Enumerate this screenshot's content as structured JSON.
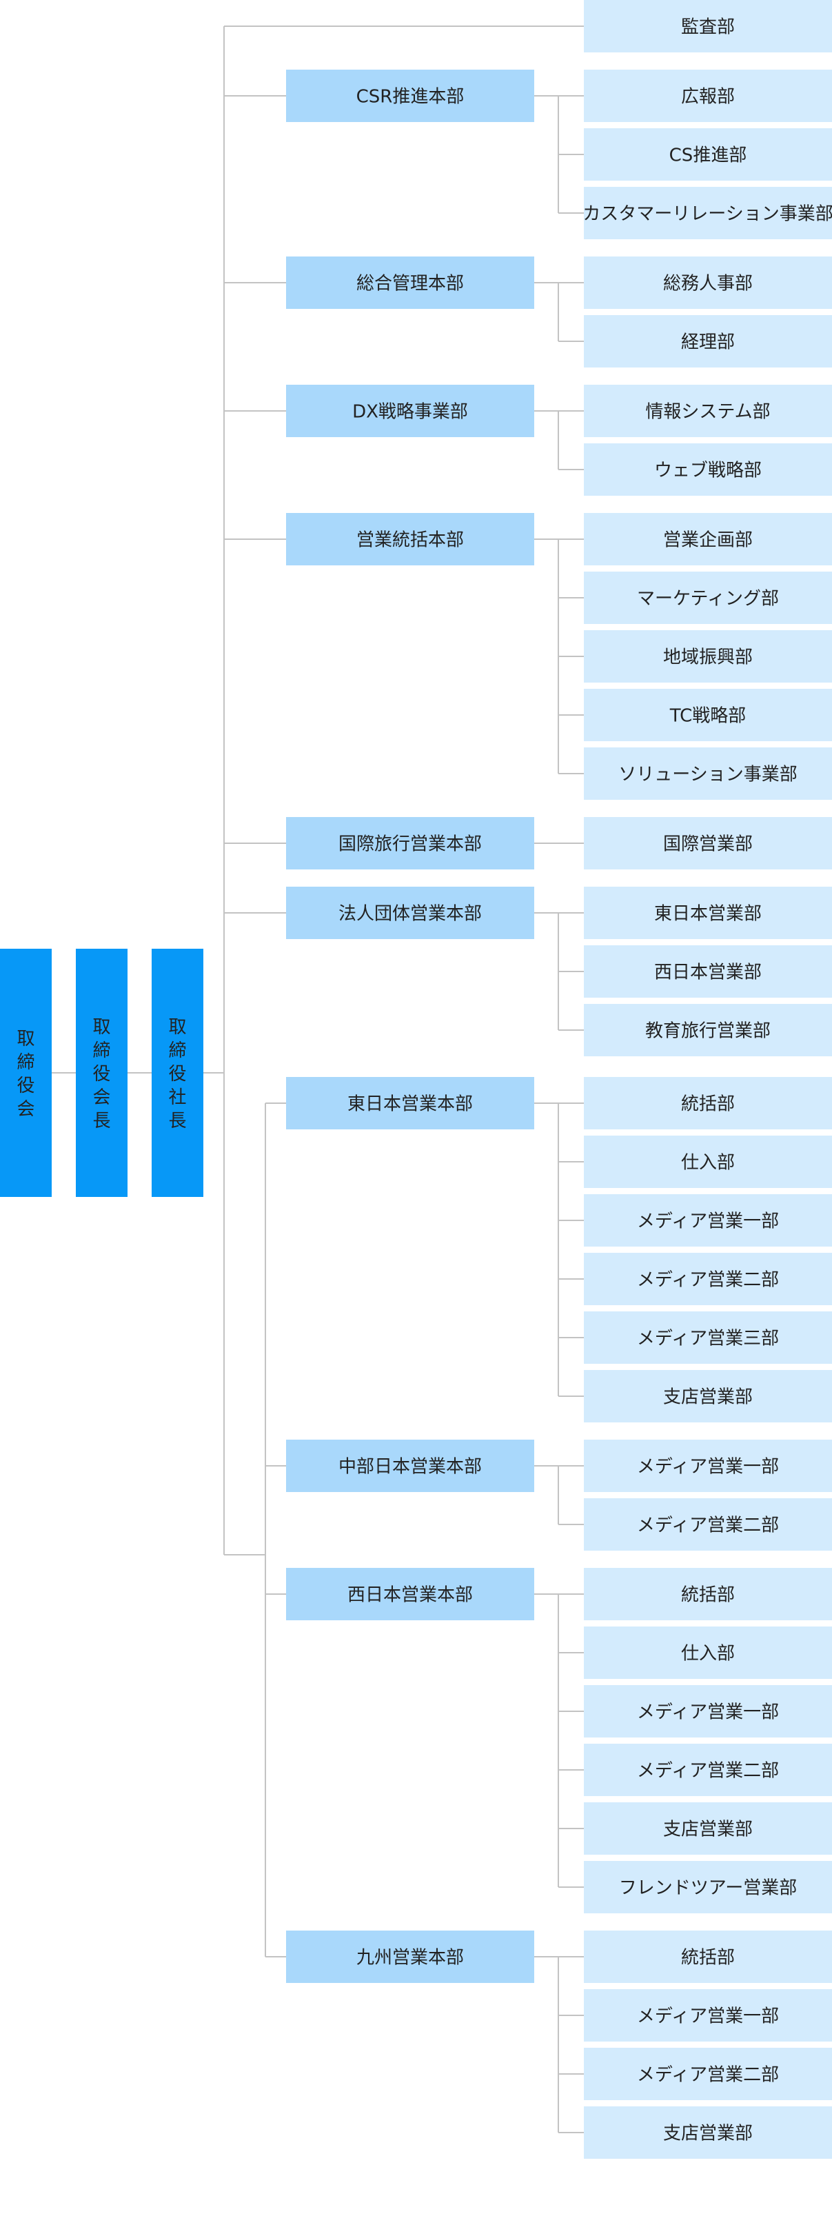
{
  "colors": {
    "top_box": "#0798f7",
    "top_text": "#ffffff",
    "headquarters_box": "#a9d8fb",
    "department_box": "#d3ebfd",
    "text": "#222222",
    "line": "#c3c3c3"
  },
  "top": [
    {
      "id": "board",
      "label": "取締役会"
    },
    {
      "id": "chairman",
      "label": "取締役会長"
    },
    {
      "id": "president",
      "label": "取締役社長"
    }
  ],
  "groups": [
    {
      "hq": null,
      "departments": [
        "監査部"
      ]
    },
    {
      "hq": "CSR推進本部",
      "departments": [
        "広報部",
        "CS推進部",
        "カスタマーリレーション事業部"
      ]
    },
    {
      "hq": "総合管理本部",
      "departments": [
        "総務人事部",
        "経理部"
      ]
    },
    {
      "hq": "DX戦略事業部",
      "departments": [
        "情報システム部",
        "ウェブ戦略部"
      ]
    },
    {
      "hq": "営業統括本部",
      "departments": [
        "営業企画部",
        "マーケティング部",
        "地域振興部",
        "TC戦略部",
        "ソリューション事業部"
      ]
    },
    {
      "hq": "国際旅行営業本部",
      "departments": [
        "国際営業部"
      ]
    },
    {
      "hq": "法人団体営業本部",
      "departments": [
        "東日本営業部",
        "西日本営業部",
        "教育旅行営業部"
      ]
    }
  ],
  "sub_groups": [
    {
      "hq": "東日本営業本部",
      "departments": [
        "統括部",
        "仕入部",
        "メディア営業一部",
        "メディア営業二部",
        "メディア営業三部",
        "支店営業部"
      ]
    },
    {
      "hq": "中部日本営業本部",
      "departments": [
        "メディア営業一部",
        "メディア営業二部"
      ]
    },
    {
      "hq": "西日本営業本部",
      "departments": [
        "統括部",
        "仕入部",
        "メディア営業一部",
        "メディア営業二部",
        "支店営業部",
        "フレンドツアー営業部"
      ]
    },
    {
      "hq": "九州営業本部",
      "departments": [
        "統括部",
        "メディア営業一部",
        "メディア営業二部",
        "支店営業部"
      ]
    }
  ]
}
